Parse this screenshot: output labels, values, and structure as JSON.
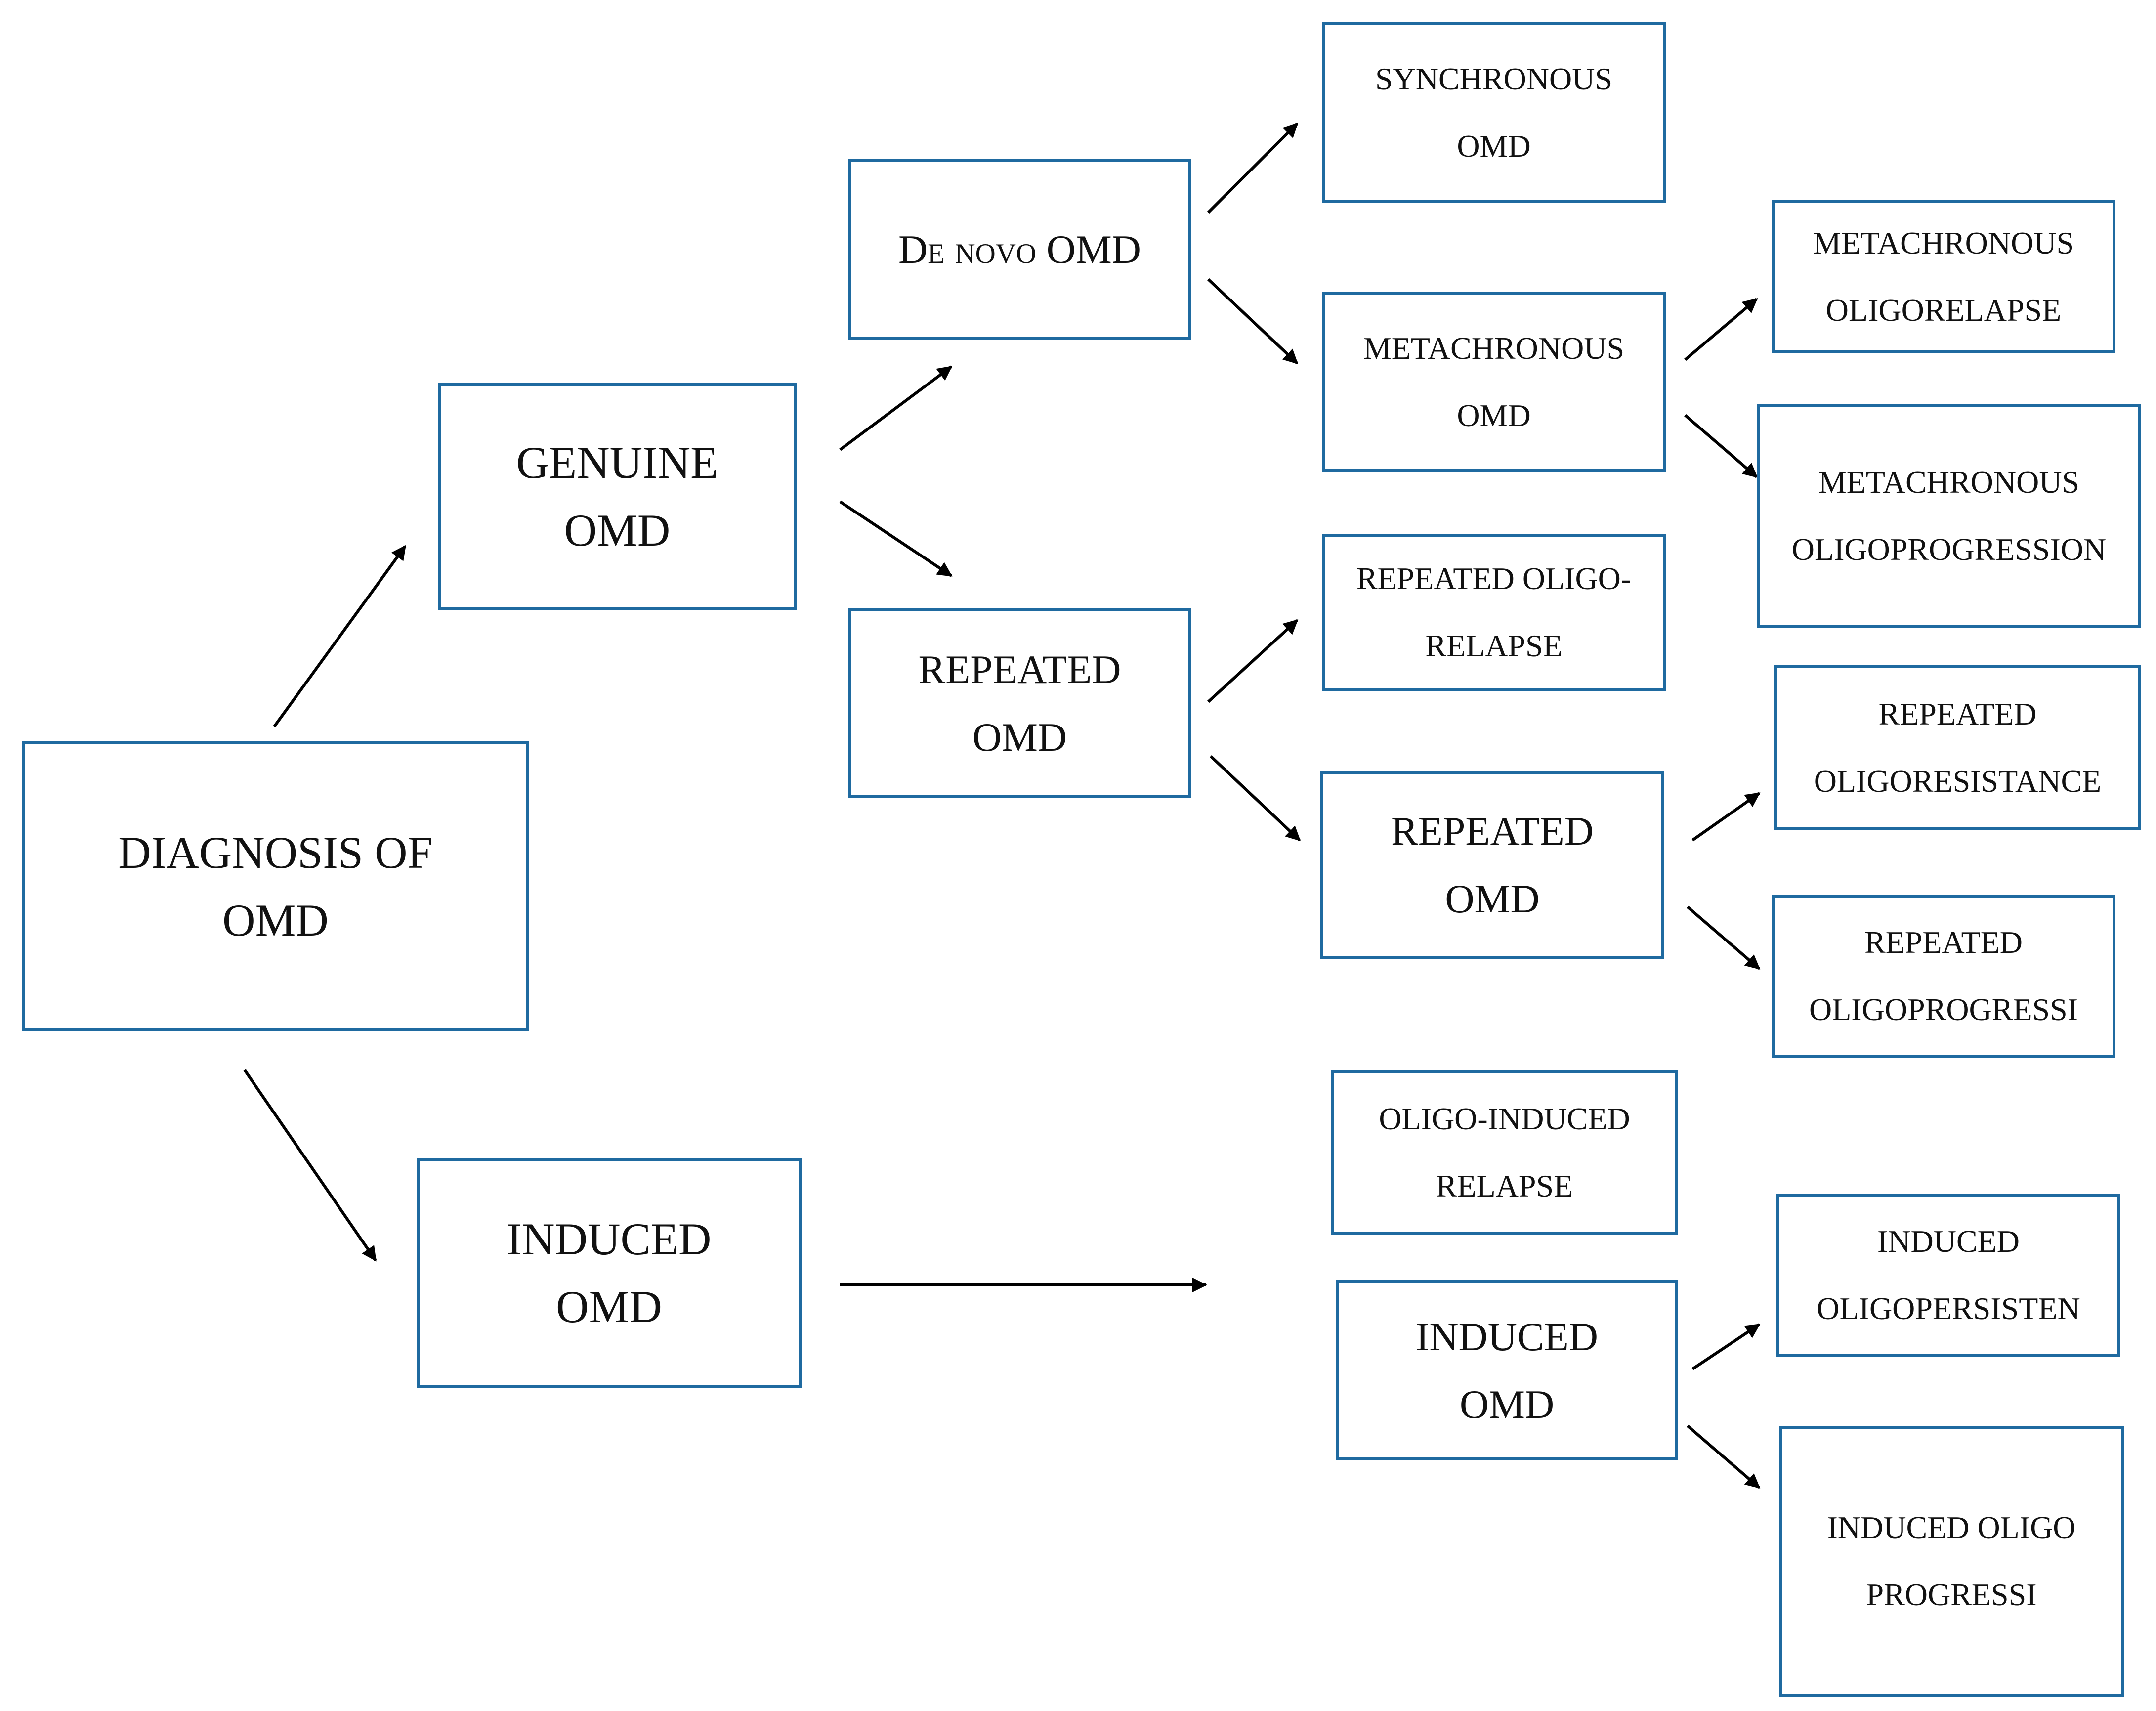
{
  "nodes": {
    "diagnosis": "DIAGNOSIS OF\nOMD",
    "genuine": "GENUINE\nOMD",
    "induced": "INDUCED\nOMD",
    "de_novo": "De novo OMD",
    "repeated": "REPEATED\nOMD",
    "synchronous": "SYNCHRONOUS\nOMD",
    "metachronous": "METACHRONOUS\nOMD",
    "repeated_oligo_relapse": "REPEATED OLIGO-\nRELAPSE",
    "repeated_omd_2": "REPEATED\nOMD",
    "oligo_induced_relapse": "OLIGO-INDUCED\nRELAPSE",
    "induced_omd_2": "INDUCED\nOMD",
    "metachronous_oligorelapse": "METACHRONOUS\nOLIGORELAPSE",
    "metachronous_oligoprogression": "METACHRONOUS\nOLIGOPROGRESSION",
    "repeated_oligoresistance": "REPEATED\nOLIGORESISTANCE",
    "repeated_oligoprogressi": "REPEATED\nOLIGOPROGRESSI",
    "induced_oligopersisten": "INDUCED\nOLIGOPERSISTEN",
    "induced_oligo_progressi": "INDUCED OLIGO\nPROGRESSI"
  },
  "colors": {
    "box_border": "#1f6aa0",
    "text": "#111111",
    "arrow": "#000000"
  }
}
